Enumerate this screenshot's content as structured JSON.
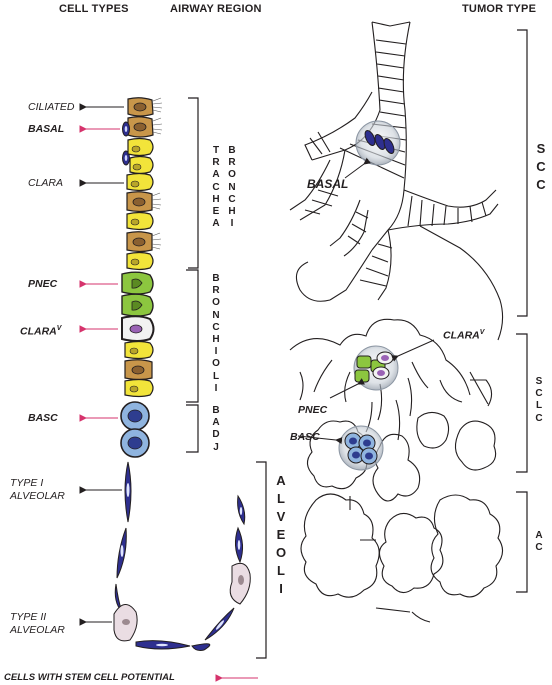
{
  "headers": {
    "cell_types": "CELL TYPES",
    "airway_region": "AIRWAY REGION",
    "tumor_type": "TUMOR TYPE"
  },
  "cell_labels": {
    "ciliated": "CILIATED",
    "basal": "BASAL",
    "clara": "CLARA",
    "pnec": "PNEC",
    "clarav": "CLARA",
    "clarav_sup": "V",
    "basc": "BASC",
    "type1_line1": "TYPE I",
    "type1_line2": "ALVEOLAR",
    "type2_line1": "TYPE II",
    "type2_line2": "ALVEOLAR"
  },
  "region_labels": {
    "trachea": "TRACHEA",
    "bronchi": "BRONCHI",
    "bronchioli": "BRONCHIOLI",
    "badj": "BADJ",
    "alveoli": "ALVEOLI"
  },
  "tumor_labels": {
    "scc": "SCC",
    "sclc": "SCLC",
    "ac": "AC"
  },
  "lung_labels": {
    "basal": "BASAL",
    "clarav": "CLARA",
    "clarav_sup": "V",
    "pnec": "PNEC",
    "basc": "BASC"
  },
  "footnote": "CELLS WITH STEM CELL POTENTIAL",
  "colors": {
    "stem_arrow": "#d6336c",
    "ciliated_fill": "#c8964a",
    "clara_fill": "#f2e43a",
    "pnec_fill": "#8cc63f",
    "basc_fill": "#8fb4df",
    "alveolar_fill": "#2e2f8f",
    "type2_fill": "#eadde3",
    "clarav_nucleus": "#9a62b5"
  }
}
